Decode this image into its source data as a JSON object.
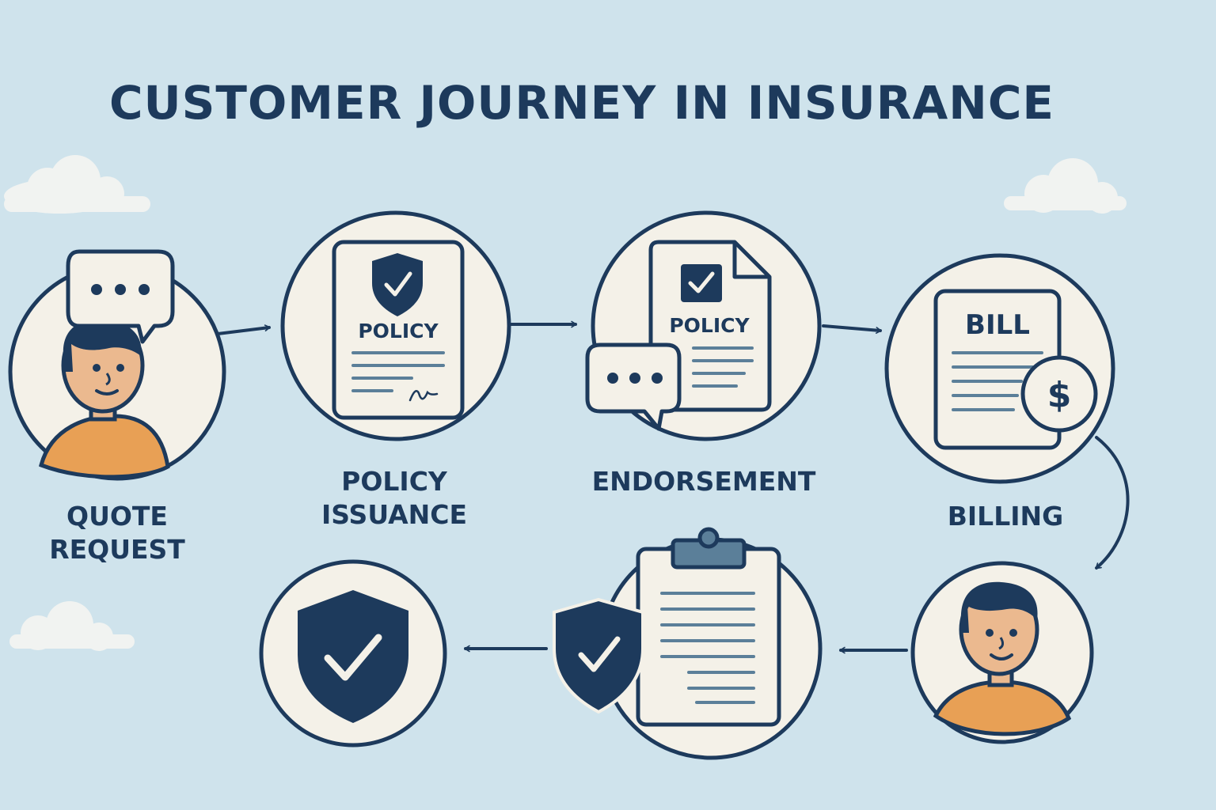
{
  "title": "CUSTOMER JOURNEY IN INSURANCE",
  "colors": {
    "background": "#cfe3ec",
    "navy": "#1d3a5c",
    "cream": "#f4f1e8",
    "skin": "#ebb98f",
    "shirt": "#e8a055",
    "doc_line": "#5b7f99",
    "cloud": "#f1f3f1"
  },
  "steps": [
    {
      "id": "quote-request",
      "label_lines": [
        "QUOTE",
        "REQUEST"
      ]
    },
    {
      "id": "policy-issuance",
      "label_lines": [
        "POLICY",
        "ISSUANCE"
      ],
      "doc_text": "POLICY"
    },
    {
      "id": "endorsement",
      "label_lines": [
        "ENDORSEMENT"
      ],
      "doc_text": "POLICY"
    },
    {
      "id": "billing",
      "label_lines": [
        "BILLING"
      ],
      "doc_text": "BILL",
      "coin_text": "$"
    },
    {
      "id": "customer",
      "label_lines": []
    },
    {
      "id": "claim-form",
      "label_lines": []
    },
    {
      "id": "protected",
      "label_lines": []
    }
  ]
}
